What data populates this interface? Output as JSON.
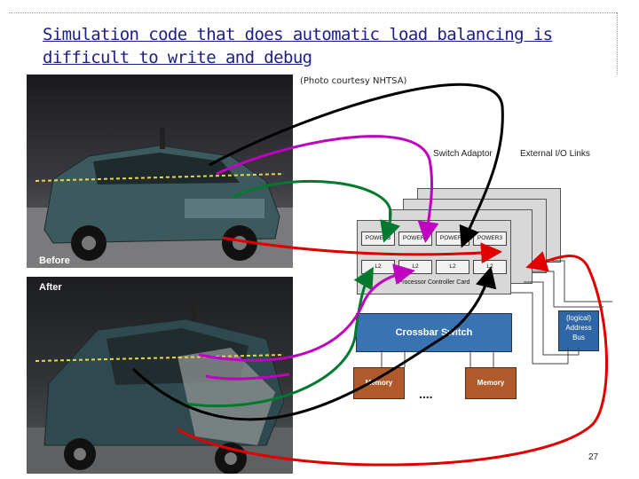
{
  "slide": {
    "title_line1": "Simulation code that does automatic load balancing is",
    "title_line2": "difficult to write and debug",
    "page_number": "27"
  },
  "photos": {
    "credit": "(Photo courtesy NHTSA)",
    "before_caption": "Before",
    "after_caption": "After"
  },
  "diagram": {
    "switch_adaptor": "Switch Adaptor",
    "external_io": "External I/O Links",
    "card_label": "Processor Controller Card",
    "crossbar": "Crossbar Switch",
    "memory_label": "Memory",
    "ellipsis": "....",
    "logical_address_bus": "(logical) Address Bus",
    "chip_labels": [
      "POWER3",
      "POWER3",
      "POWER3",
      "POWER3"
    ],
    "cache_labels": [
      "L2",
      "L2",
      "L2",
      "L2"
    ]
  },
  "colors": {
    "title": "#1d1d8a",
    "arrow_black": "#000000",
    "arrow_magenta": "#c000c0",
    "arrow_green": "#007a2e",
    "arrow_red": "#e00000",
    "crossbar": "#3a73b4",
    "memory": "#b05a2c"
  }
}
